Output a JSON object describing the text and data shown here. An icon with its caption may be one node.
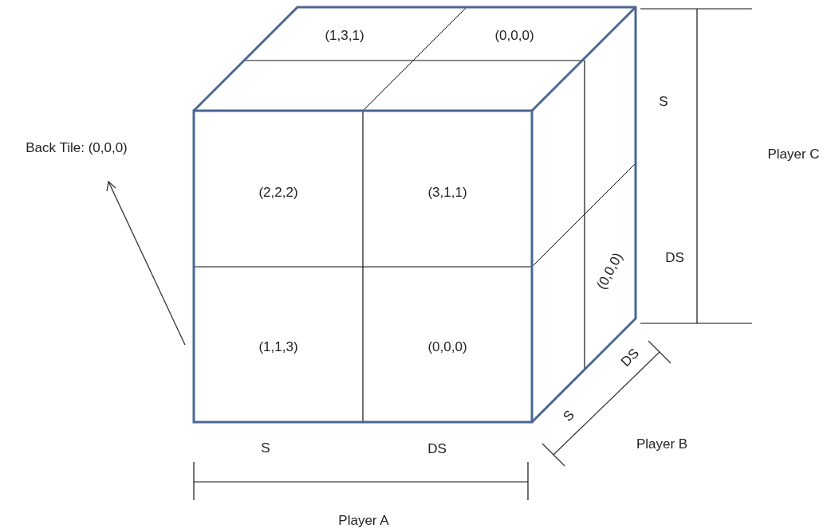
{
  "diagram": {
    "nodes": [
      {
        "text": [
          "(1,3,1)"
        ]
      },
      {
        "text": [
          "(0,0,0)"
        ]
      },
      {
        "text": [
          "(2,2,2)"
        ]
      },
      {
        "text": [
          "(3,1,1)"
        ]
      },
      {
        "text": [
          "(1,1,3)"
        ]
      },
      {
        "text": [
          "(0,0,0)"
        ]
      },
      {
        "text": [
          "(0,0,0)"
        ]
      }
    ],
    "labels": [
      "Back Tile: (0,0,0)",
      "S",
      "Player C",
      "DS",
      "DS",
      "S",
      "Player B",
      "S",
      "DS",
      "Player A"
    ]
  }
}
